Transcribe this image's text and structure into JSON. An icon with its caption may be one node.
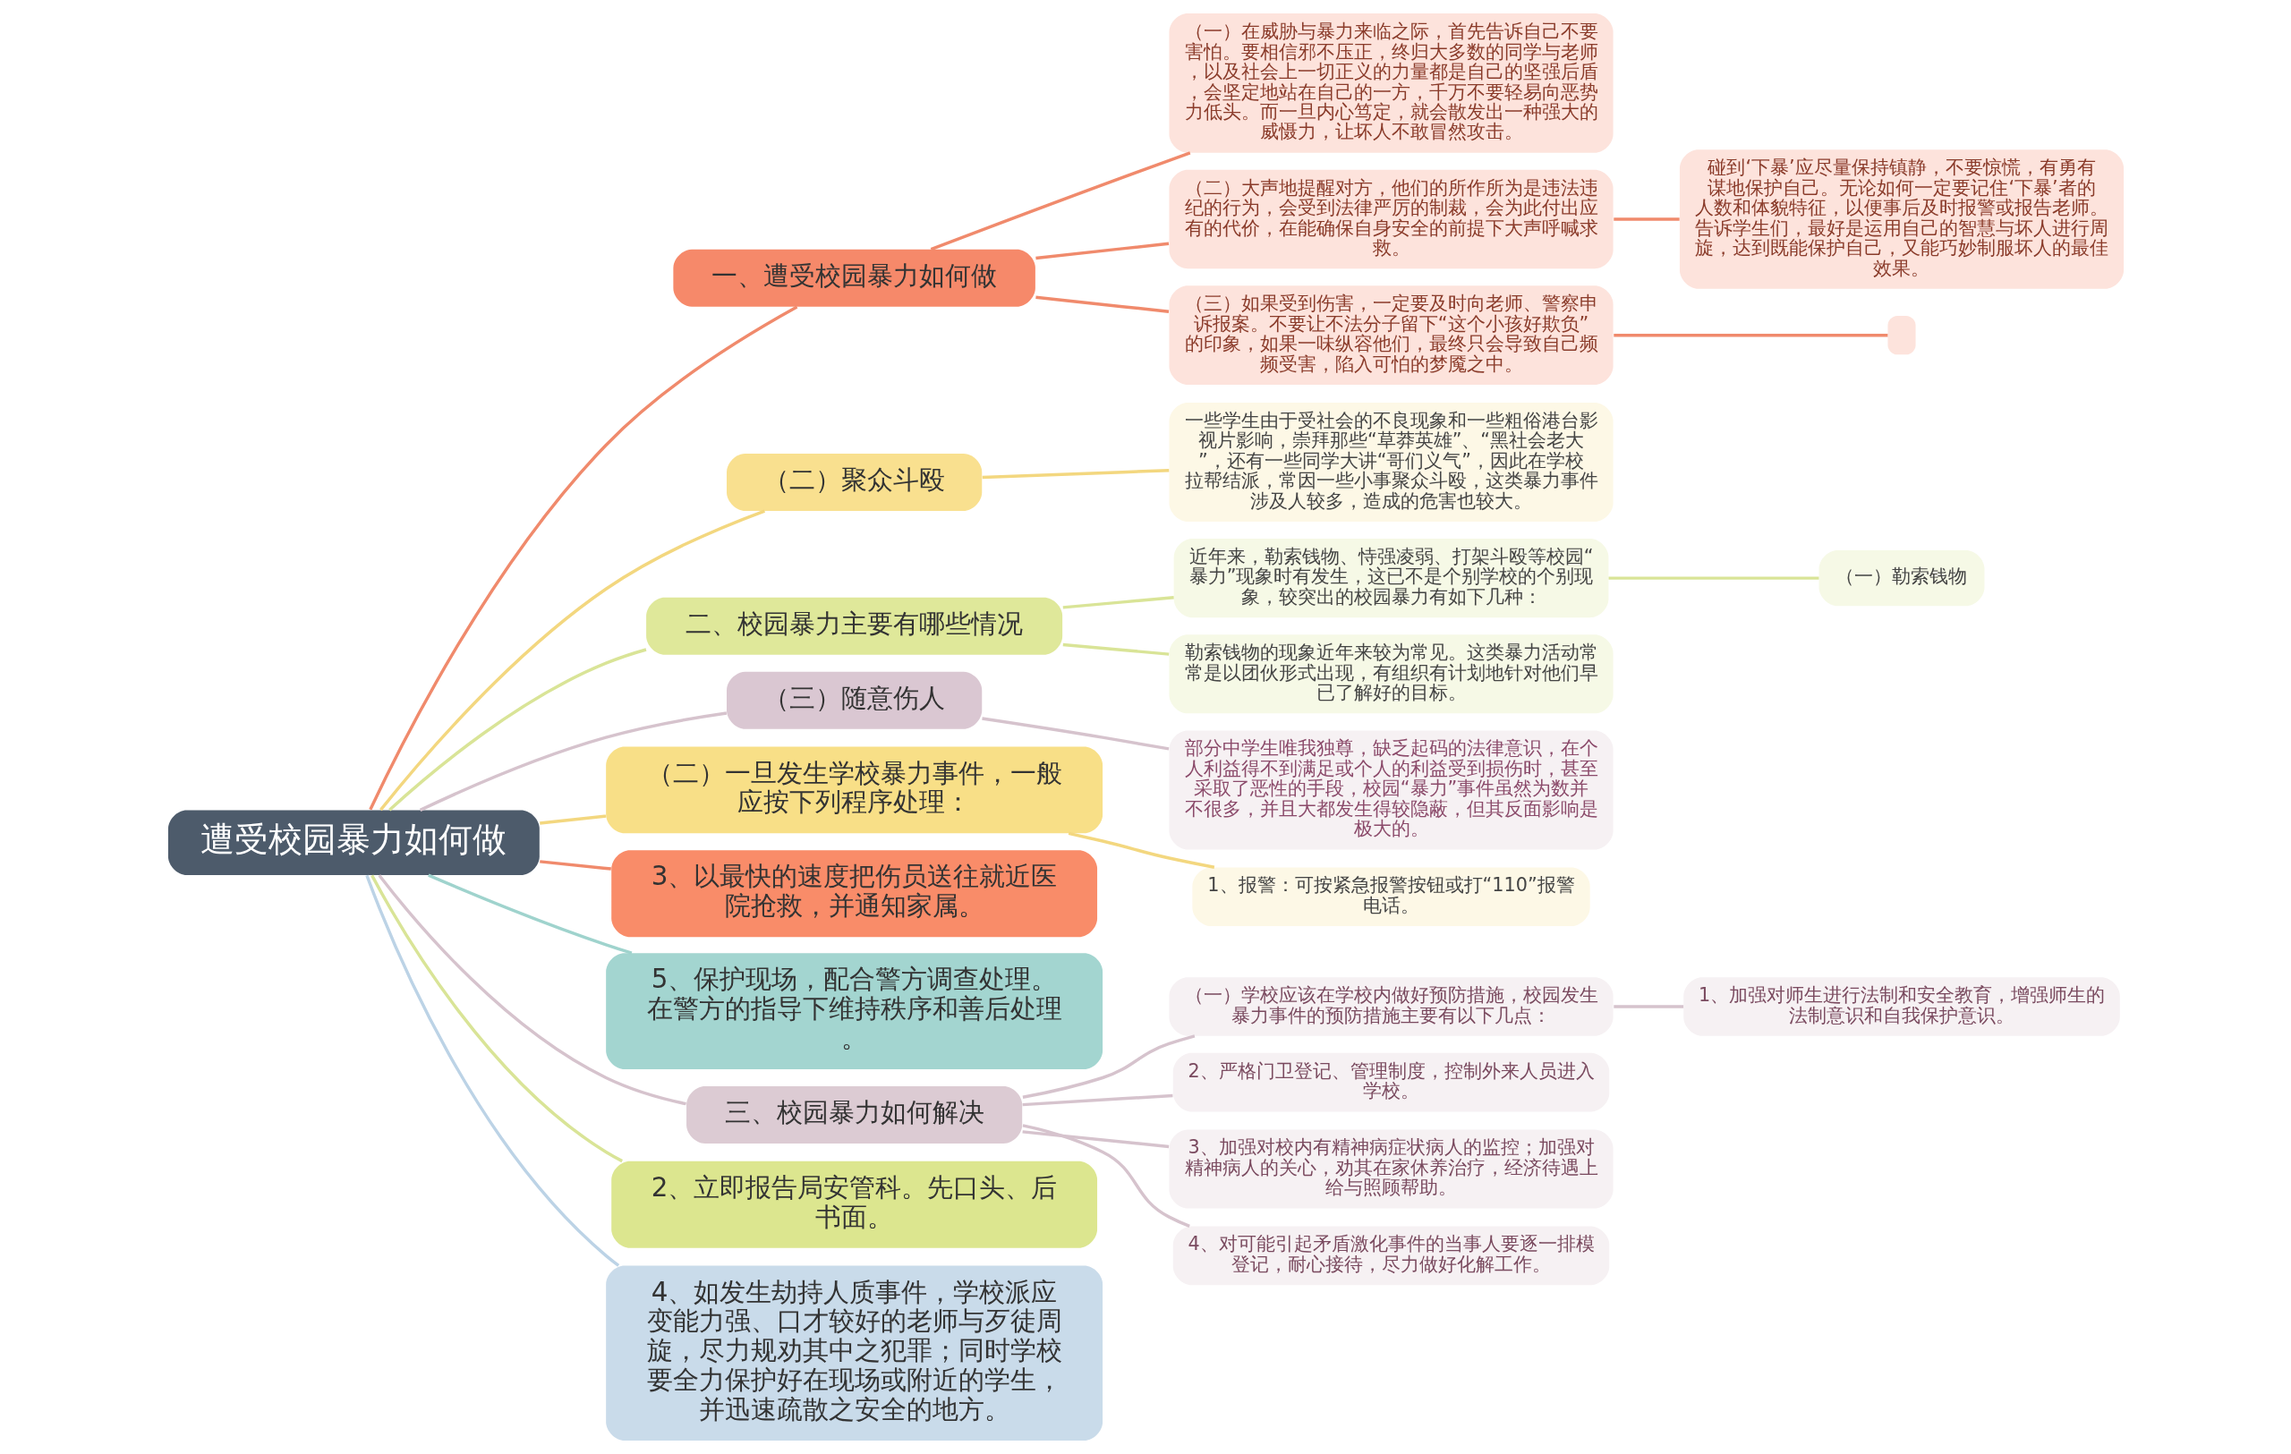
{
  "diagram": {
    "nodes": [
      {
        "text": [
          "遭受校园暴力如何做"
        ]
      },
      {
        "text": [
          "一、遭受校园暴力如何做"
        ]
      },
      {
        "text": [
          "（一）在威胁与暴力来临之际，首先告诉自己不要害怕。要相信邪不压正，终归大多数的同学与老师，以及社会上一切正义的力量都是自己的坚强后盾，会坚定地站在自己的一方，千万不要轻易向恶势力低头。而一旦内心笃定，就会散发出一种强大的威慑力，让坏人不敢冒然攻击。"
        ]
      },
      {
        "text": [
          "（二）大声地提醒对方，他们的所作所为是违法违纪的行为，会受到法律严厉的制裁，会为此付出应有的代价，在能确保自身安全的前提下大声呼喊求救。"
        ]
      },
      {
        "text": [
          "碰到‘下暴’应尽量保持镇静，不要惊慌，有勇有谋地保护自己。无论如何一定要记住‘下暴’者的人数和体貌特征，以便事后及时报警或报告老师。告诉学生们，最好是运用自己的智慧与坏人进行周旋，达到既能保护自己，又能巧妙制服坏人的最佳效果。"
        ]
      },
      {
        "text": [
          "（三）如果受到伤害，一定要及时向老师、警察申诉报案。不要让不法分子留下“这个小孩好欺负”的印象，如果一味纵容他们，最终只会导致自己频频受害，陷入可怕的梦魇之中。"
        ]
      },
      {
        "text": [],
        "shape": "box"
      },
      {
        "text": [
          "（二）聚众斗殴"
        ]
      },
      {
        "text": [
          "一些学生由于受社会的不良现象和一些粗俗港台影视片影响，崇拜那些“草莽英雄”、“黑社会老大”，还有一些同学大讲“哥们义气”，因此在学校拉帮结派，常因一些小事聚众斗殴，这类暴力事件涉及人较多，造成的危害也较大。"
        ]
      },
      {
        "text": [
          "二、校园暴力主要有哪些情况"
        ]
      },
      {
        "text": [
          "近年来，勒索钱物、恃强凌弱、打架斗殴等校园“暴力”现象时有发生，这已不是个别学校的个别现象，较突出的校园暴力有如下几种："
        ]
      },
      {
        "text": [
          "（一）勒索钱物"
        ]
      },
      {
        "text": [
          "勒索钱物的现象近年来较为常见。这类暴力活动常常是以团伙形式出现，有组织有计划地针对他们早已了解好的目标。"
        ]
      },
      {
        "text": [
          "（三）随意伤人"
        ]
      },
      {
        "text": [
          "部分中学生唯我独尊，缺乏起码的法律意识，在个人利益得不到满足或个人的利益受到损伤时，甚至采取了恶性的手段，校园“暴力”事件虽然为数并不很多，并且大都发生得较隐蔽，但其反面影响是极大的。"
        ]
      },
      {
        "text": [
          "（二）一旦发生学校暴力事件，一般应按下列程序处理："
        ]
      },
      {
        "text": [
          "1、报警：可按紧急报警按钮或打“110”报警电话。"
        ]
      },
      {
        "text": [
          "3、以最快的速度把伤员送往就近医院抢救，并通知家属。"
        ]
      },
      {
        "text": [
          "5、保护现场，配合警方调查处理。在警方的指导下维持秩序和善后处理。"
        ]
      },
      {
        "text": [
          "三、校园暴力如何解决"
        ]
      },
      {
        "text": [
          "（一）学校应该在学校内做好预防措施，校园发生暴力事件的预防措施主要有以下几点："
        ]
      },
      {
        "text": [
          "1、加强对师生进行法制和安全教育，增强师生的法制意识和自我保护意识。"
        ]
      },
      {
        "text": [
          "2、严格门卫登记、管理制度，控制外来人员进入学校。"
        ]
      },
      {
        "text": [
          "3、加强对校内有精神病症状病人的监控；加强对精神病人的关心，劝其在家休养治疗，经济待遇上给与照顾帮助。"
        ]
      },
      {
        "text": [
          "4、对可能引起矛盾激化事件的当事人要逐一排模登记，耐心接待，尽力做好化解工作。"
        ]
      },
      {
        "text": [
          "2、立即报告局安管科。先口头、后书面。"
        ]
      },
      {
        "text": [
          "4、如发生劫持人质事件，学校派应变能力强、口才较好的老师与歹徒周旋，尽力规劝其中之犯罪；同时学校要全力保护好在现场或附近的学生，并迅速疏散之安全的地方。"
        ]
      }
    ],
    "edges": [
      {
        "from": 0,
        "to": 1,
        "arrow": "none",
        "color": "#f08a6c"
      },
      {
        "from": 1,
        "to": 2,
        "arrow": "none",
        "color": "#f08a6c"
      },
      {
        "from": 1,
        "to": 3,
        "arrow": "none",
        "color": "#f08a6c"
      },
      {
        "from": 3,
        "to": 4,
        "arrow": "none",
        "color": "#f08a6c"
      },
      {
        "from": 1,
        "to": 5,
        "arrow": "none",
        "color": "#f08a6c"
      },
      {
        "from": 5,
        "to": 6,
        "arrow": "none",
        "color": "#f08a6c"
      },
      {
        "from": 0,
        "to": 7,
        "arrow": "none",
        "color": "#f3d77f"
      },
      {
        "from": 7,
        "to": 8,
        "arrow": "none",
        "color": "#f3d77f"
      },
      {
        "from": 0,
        "to": 9,
        "arrow": "none",
        "color": "#d9e497"
      },
      {
        "from": 9,
        "to": 10,
        "arrow": "none",
        "color": "#d9e497"
      },
      {
        "from": 10,
        "to": 11,
        "arrow": "none",
        "color": "#d9e497"
      },
      {
        "from": 9,
        "to": 12,
        "arrow": "none",
        "color": "#d9e497"
      },
      {
        "from": 0,
        "to": 13,
        "arrow": "none",
        "color": "#d6c3cd"
      },
      {
        "from": 13,
        "to": 14,
        "arrow": "none",
        "color": "#d6c3cd"
      },
      {
        "from": 0,
        "to": 15,
        "arrow": "none",
        "color": "#f3d77f"
      },
      {
        "from": 15,
        "to": 16,
        "arrow": "none",
        "color": "#f3d77f"
      },
      {
        "from": 0,
        "to": 17,
        "arrow": "none",
        "color": "#f08a6c"
      },
      {
        "from": 0,
        "to": 18,
        "arrow": "none",
        "color": "#9fd3cd"
      },
      {
        "from": 0,
        "to": 19,
        "arrow": "none",
        "color": "#d6c3cd"
      },
      {
        "from": 19,
        "to": 20,
        "arrow": "none",
        "color": "#d6c3cd"
      },
      {
        "from": 20,
        "to": 21,
        "arrow": "none",
        "color": "#d6c3cd"
      },
      {
        "from": 19,
        "to": 22,
        "arrow": "none",
        "color": "#d6c3cd"
      },
      {
        "from": 19,
        "to": 23,
        "arrow": "none",
        "color": "#d6c3cd"
      },
      {
        "from": 19,
        "to": 24,
        "arrow": "none",
        "color": "#d6c3cd"
      },
      {
        "from": 0,
        "to": 25,
        "arrow": "none",
        "color": "#d9e497"
      },
      {
        "from": 0,
        "to": 26,
        "arrow": "none",
        "color": "#bcd3e6"
      }
    ]
  }
}
